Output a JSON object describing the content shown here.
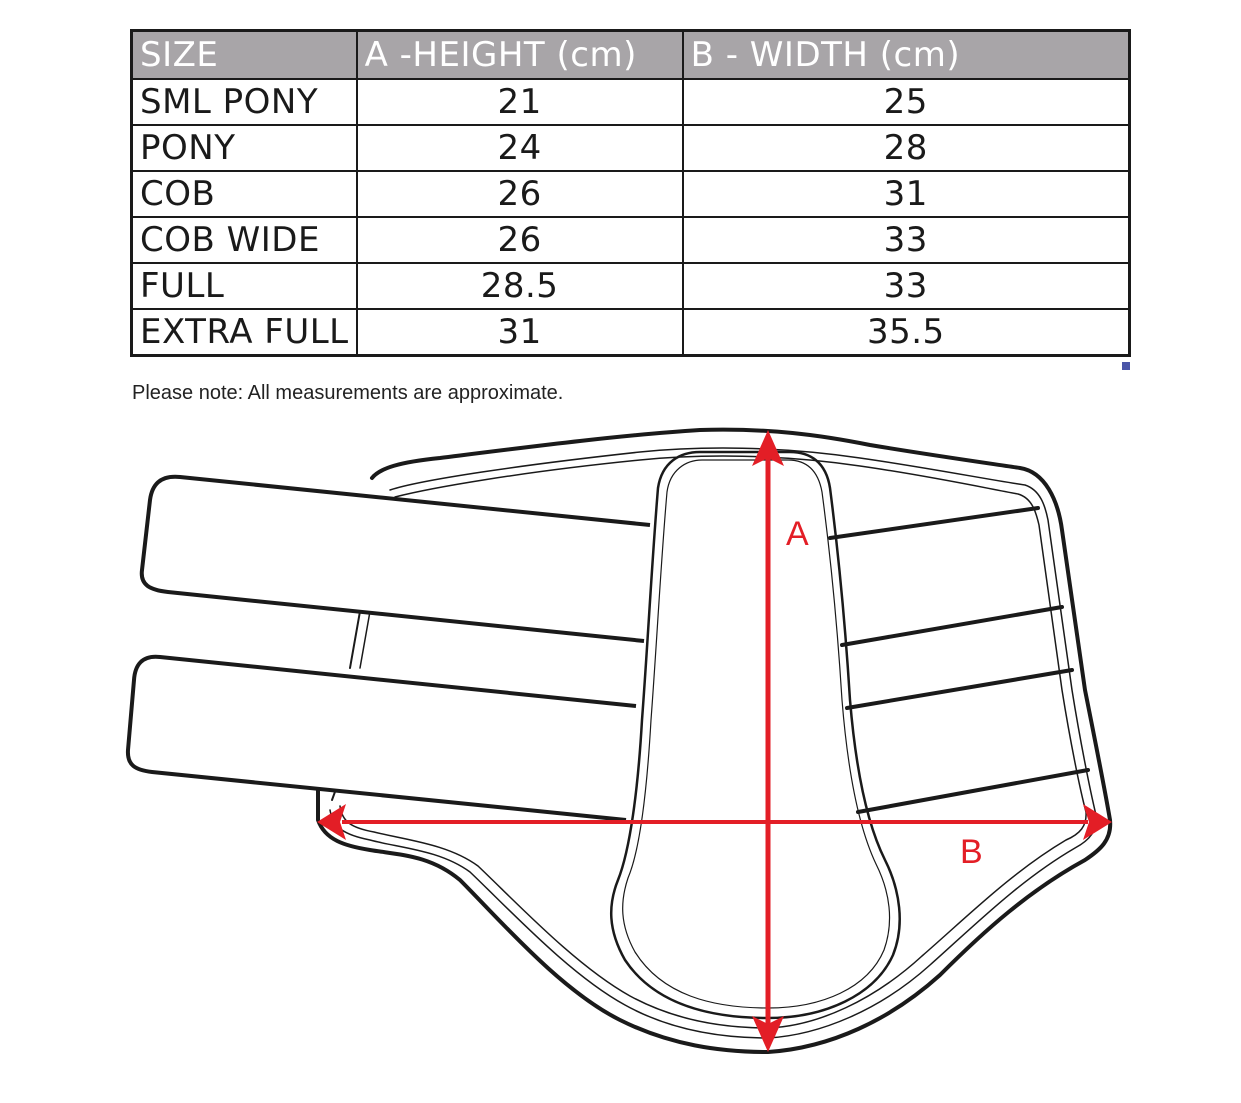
{
  "size_chart": {
    "headers": [
      "SIZE",
      "A -HEIGHT (cm)",
      "B - WIDTH (cm)"
    ],
    "rows": [
      {
        "size": "SML PONY",
        "height": "21",
        "width": "25"
      },
      {
        "size": "PONY",
        "height": "24",
        "width": "28"
      },
      {
        "size": "COB",
        "height": "26",
        "width": "31"
      },
      {
        "size": "COB WIDE",
        "height": "26",
        "width": "33"
      },
      {
        "size": "FULL",
        "height": "28.5",
        "width": "33"
      },
      {
        "size": "EXTRA FULL",
        "height": "31",
        "width": "35.5"
      }
    ],
    "header_bg_color": "#a8a5a8",
    "header_text_color": "#ffffff"
  },
  "note": "Please note: All measurements are approximate.",
  "diagram": {
    "subject": "horse-brushing-boot",
    "arrow_color": "#e31e26",
    "labels": {
      "height": "A",
      "width": "B"
    }
  }
}
